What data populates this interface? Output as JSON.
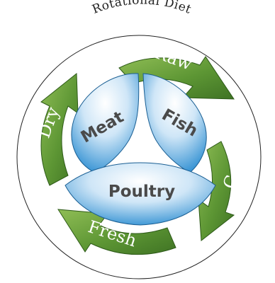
{
  "title": "Rotational Diet",
  "arrows": [
    "Raw",
    "Can",
    "Fresh",
    "Dry"
  ],
  "segments": [
    "Meat",
    "Fish",
    "Poultry"
  ],
  "colors": {
    "arrow_dark": "#3f7324",
    "arrow_light": "#96c35a",
    "segment_light": "#ffffff",
    "segment_blue": "#2f8fd2",
    "text_gray": "#4a4a4a"
  }
}
